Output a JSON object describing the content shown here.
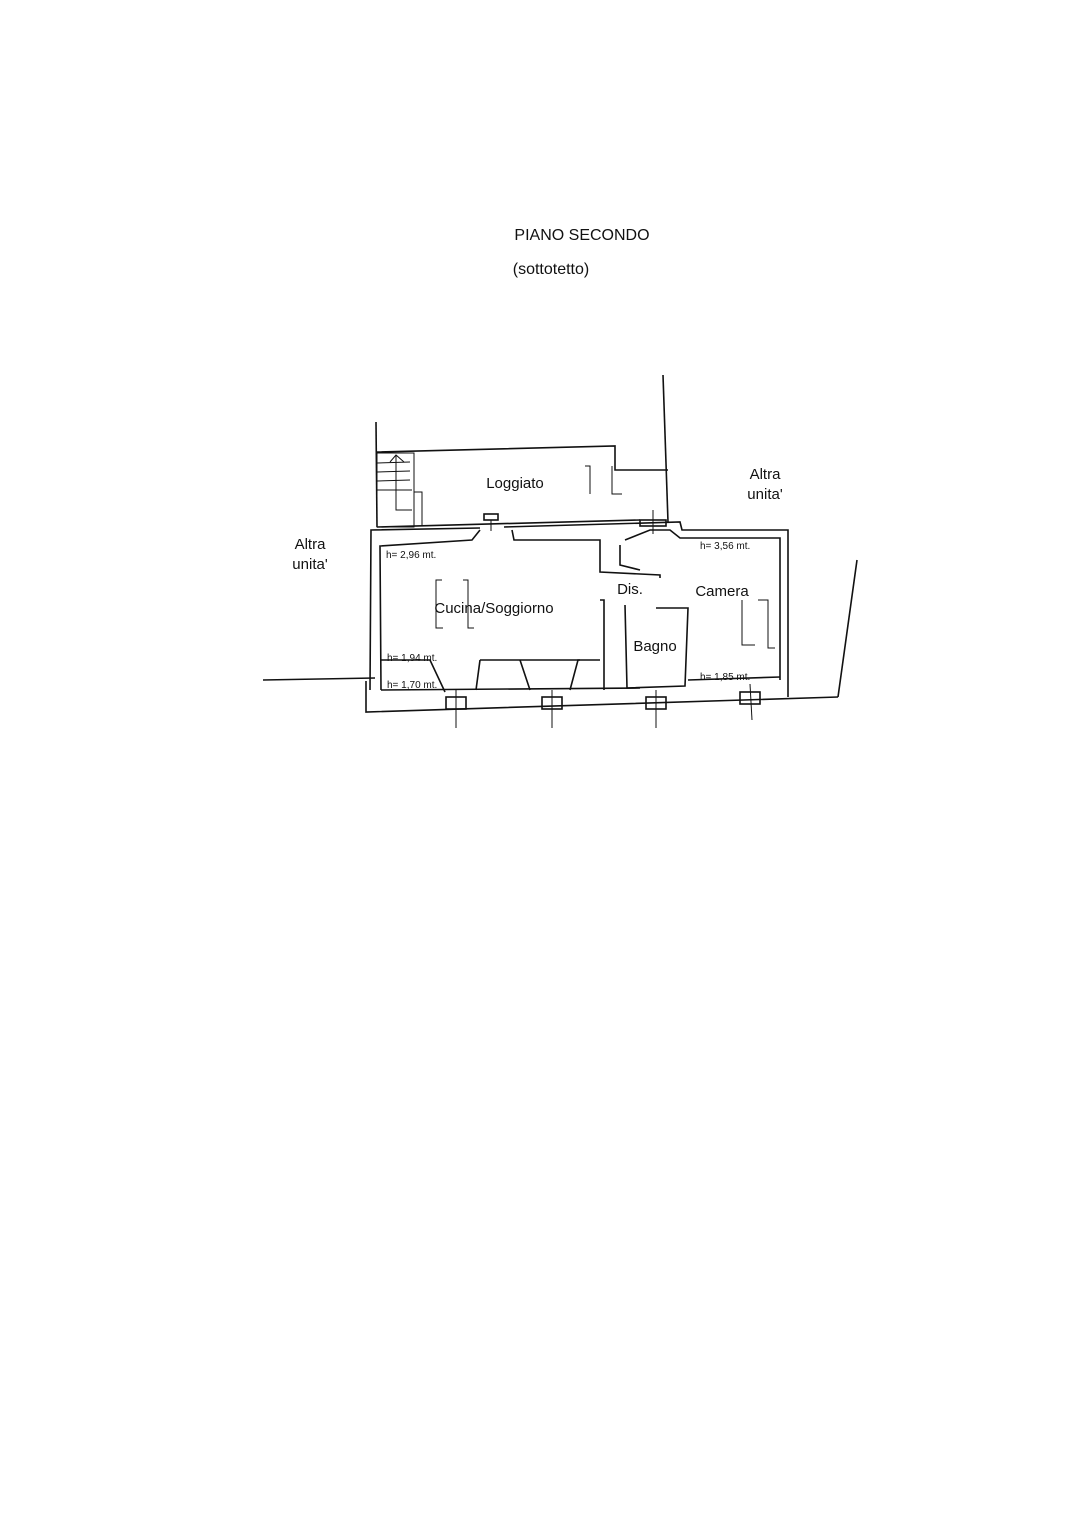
{
  "title": "PIANO SECONDO",
  "subtitle": "(sottotetto)",
  "rooms": {
    "loggiato": "Loggiato",
    "cucina": "Cucina/Soggiorno",
    "dis": "Dis.",
    "camera": "Camera",
    "bagno": "Bagno"
  },
  "neighbors": {
    "left_line1": "Altra",
    "left_line2": "unita'",
    "right_line1": "Altra",
    "right_line2": "unita'"
  },
  "heights": {
    "cucina_max": "h= 2,96 mt.",
    "cucina_mid": "h= 1,94 mt.",
    "cucina_min": "h= 1,70 mt.",
    "camera_max": "h= 3,56 mt.",
    "camera_min": "h= 1,85 mt."
  }
}
